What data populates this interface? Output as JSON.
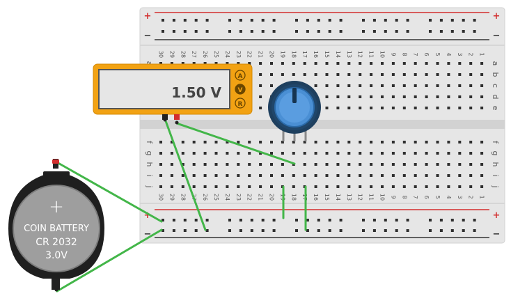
{
  "breadboard": {
    "columns": [
      "30",
      "29",
      "28",
      "27",
      "26",
      "25",
      "24",
      "23",
      "22",
      "21",
      "20",
      "19",
      "18",
      "17",
      "16",
      "15",
      "14",
      "13",
      "12",
      "11",
      "10",
      "9",
      "8",
      "7",
      "6",
      "5",
      "4",
      "3",
      "2",
      "1"
    ],
    "rows_top": [
      "a",
      "b",
      "c",
      "d",
      "e"
    ],
    "rows_bottom": [
      "f",
      "g",
      "h",
      "i",
      "j"
    ],
    "rail_plus": "+",
    "rail_minus": "−",
    "colors": {
      "board": "#e4e4e4",
      "rail_red": "#d32f2f",
      "rail_dark": "#333333",
      "hole": "#2f2f2f"
    }
  },
  "multimeter": {
    "reading": "1.50 V",
    "modes": [
      "A",
      "V",
      "R"
    ],
    "active_mode": "V",
    "colors": {
      "body": "#f2a213",
      "screen": "#e6e6e6",
      "probe_black": "#222222",
      "probe_red": "#d32f2f"
    }
  },
  "battery": {
    "name": "COIN BATTERY",
    "model": "CR 2032",
    "voltage": "3.0V",
    "symbol": "+",
    "colors": {
      "body": "#9e9e9e",
      "holder": "#1f1f1f"
    }
  },
  "potentiometer": {
    "icon": "potentiometer-icon",
    "colors": {
      "knob": "#4a8fd4",
      "ring": "#1e3f5e"
    }
  },
  "wires": {
    "color": "#43b649"
  }
}
